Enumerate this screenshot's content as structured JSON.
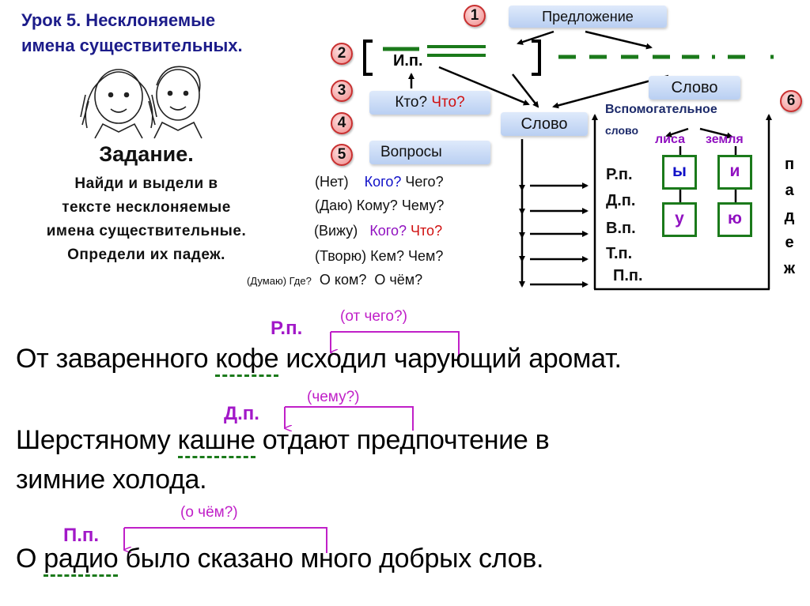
{
  "title": {
    "line1": "Урок 5.  Несклоняемые",
    "line2": "имена  существительных."
  },
  "task": {
    "heading": "Задание.",
    "lines": [
      "Найди  и  выдели в",
      "тексте несклоняемые",
      "имена существительные.",
      "Определи  их  падеж."
    ]
  },
  "steps": [
    "1",
    "2",
    "3",
    "4",
    "5",
    "6"
  ],
  "scheme": {
    "sentence_box": "Предложение",
    "subject_case": "И.п.",
    "who_what": {
      "who": "Кто?",
      "what": "Что?"
    },
    "word_box": "Слово",
    "questions_box": "Вопросы",
    "word_box_right": "Слово",
    "helper_word": {
      "line1": "Вспомогательное",
      "line2": "слово"
    },
    "helper_examples": [
      "лиса",
      "земля"
    ],
    "endings": {
      "lisa": [
        "ы",
        "у"
      ],
      "zemlya": [
        "и",
        "ю"
      ]
    },
    "cases": [
      "Р.п.",
      "Д.п.",
      "В.п.",
      "Т.п.",
      "П.п."
    ],
    "vertical_label": [
      "п",
      "а",
      "д",
      "е",
      "ж"
    ],
    "question_rows": [
      {
        "verb": "(Нет)",
        "q1": "Кого?",
        "q2": "Чего?"
      },
      {
        "verb": "(Даю)",
        "q1": "Кому?",
        "q2": "Чему?"
      },
      {
        "verb": "(Вижу)",
        "q1": "Кого?",
        "q2": "Что?"
      },
      {
        "verb": "(Творю)",
        "q1": "Кем?",
        "q2": "Чем?"
      },
      {
        "verb": "(Думаю) Где?",
        "q1": "О ком?",
        "q2": "О чём?"
      }
    ]
  },
  "sentences": [
    {
      "before": "От заваренного ",
      "word": "кофе",
      "after": " исходил чарующий аромат.",
      "case": "Р.п.",
      "question": "(от чего?)"
    },
    {
      "before": "Шерстяному ",
      "word": "кашне",
      "after": "  отдают  предпочтение  в",
      "line2": "зимние холода.",
      "case": "Д.п.",
      "question": "(чему?)"
    },
    {
      "before": "О ",
      "word": "радио",
      "after": "  было  сказано  много  добрых  слов.",
      "case": "П.п.",
      "question": "(о чём?)"
    }
  ],
  "colors": {
    "title": "#1c1c8a",
    "green": "#1b7a1b",
    "purple": "#a218c8",
    "magenta": "#c020c8",
    "red": "#d01010",
    "blue": "#1010c8"
  }
}
